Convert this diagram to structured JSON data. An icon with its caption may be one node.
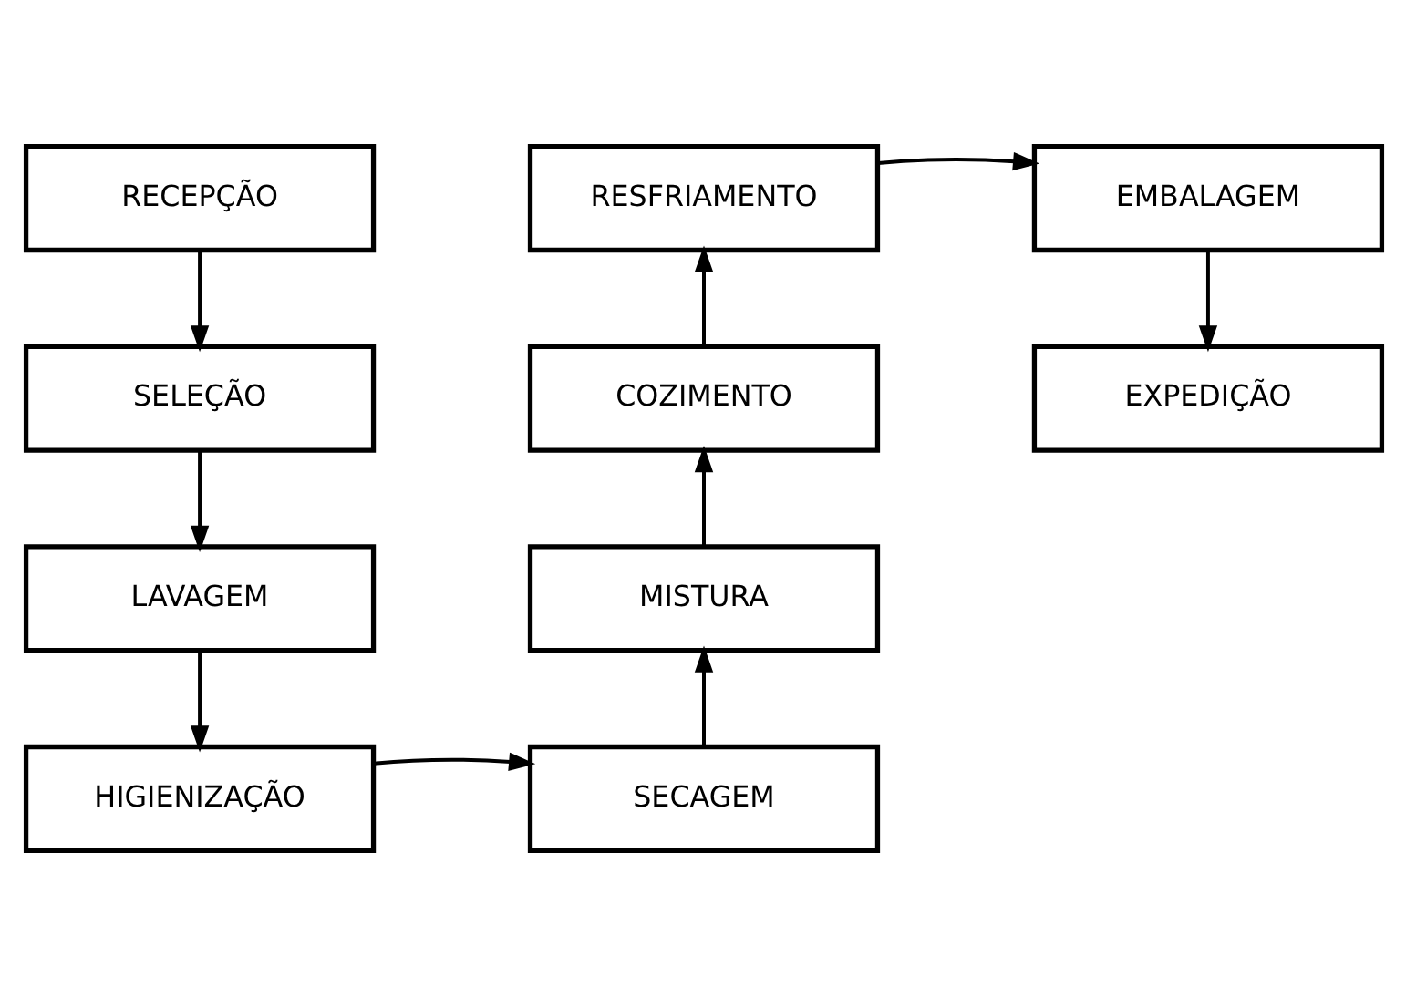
{
  "diagram": {
    "nodes": [
      {
        "text": [
          "RECEPÇÃO"
        ]
      },
      {
        "text": [
          "RESFRIAMENTO"
        ]
      },
      {
        "text": [
          "EMBALAGEM"
        ]
      },
      {
        "text": [
          "SELEÇÃO"
        ]
      },
      {
        "text": [
          "COZIMENTO"
        ]
      },
      {
        "text": [
          "EXPEDIÇÃO"
        ]
      },
      {
        "text": [
          "LAVAGEM"
        ]
      },
      {
        "text": [
          "MISTURA"
        ]
      },
      {
        "text": [
          "HIGIENIZAÇÃO"
        ]
      },
      {
        "text": [
          "SECAGEM"
        ]
      }
    ],
    "edges": [
      {
        "from": 0,
        "to": 3,
        "arrow": "to"
      },
      {
        "from": 3,
        "to": 6,
        "arrow": "to"
      },
      {
        "from": 6,
        "to": 8,
        "arrow": "to"
      },
      {
        "from": 8,
        "to": 9,
        "arrow": "to"
      },
      {
        "from": 9,
        "to": 7,
        "arrow": "to"
      },
      {
        "from": 7,
        "to": 4,
        "arrow": "to"
      },
      {
        "from": 4,
        "to": 1,
        "arrow": "to"
      },
      {
        "from": 1,
        "to": 2,
        "arrow": "to"
      },
      {
        "from": 2,
        "to": 5,
        "arrow": "to"
      }
    ]
  }
}
